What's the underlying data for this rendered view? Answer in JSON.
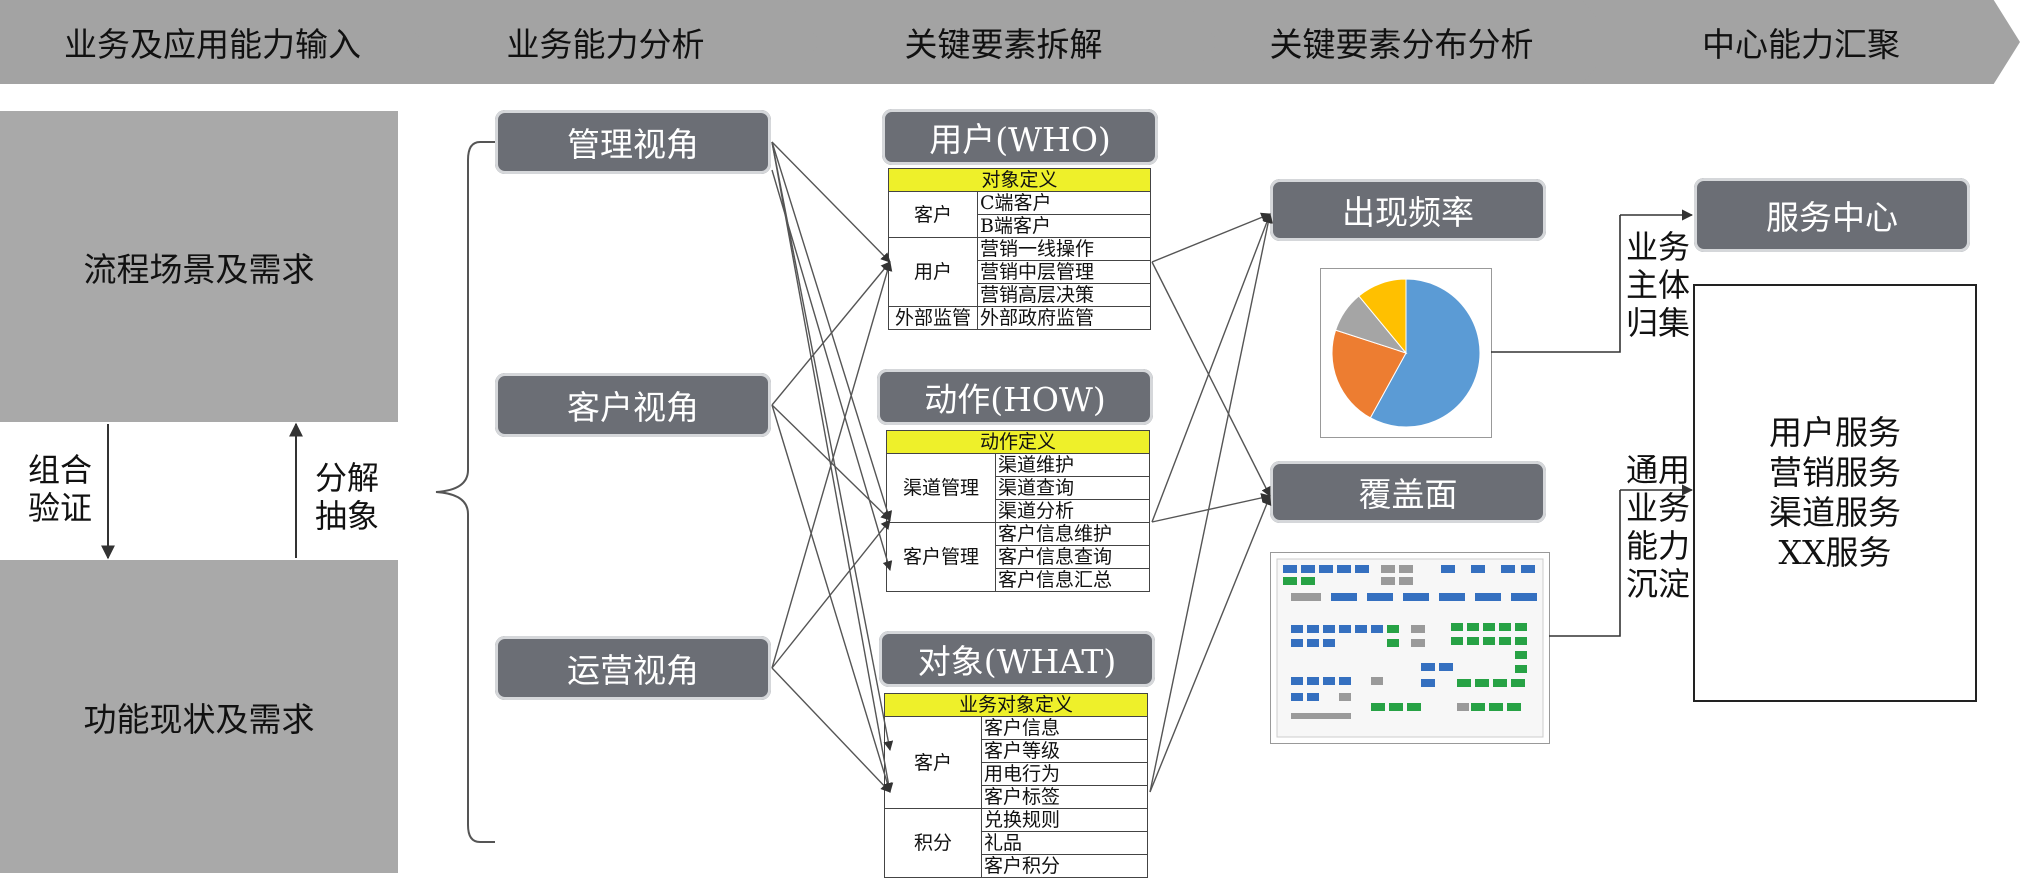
{
  "stages": [
    "业务及应用能力输入",
    "业务能力分析",
    "关键要素拆解",
    "关键要素分布分析",
    "中心能力汇聚"
  ],
  "inputs": {
    "top_box": "流程场景及需求",
    "bottom_box": "功能现状及需求",
    "left_label_lines": [
      "组合",
      "验证"
    ],
    "right_label_lines": [
      "分解",
      "抽象"
    ]
  },
  "perspectives": [
    "管理视角",
    "客户视角",
    "运营视角"
  ],
  "who": {
    "title": "用户(WHO)",
    "header": "对象定义",
    "groups": [
      {
        "name": "客户",
        "items": [
          "C端客户",
          "B端客户"
        ]
      },
      {
        "name": "用户",
        "items": [
          "营销一线操作",
          "营销中层管理",
          "营销高层决策"
        ]
      },
      {
        "name": "外部监管",
        "items": [
          "外部政府监管"
        ]
      }
    ]
  },
  "how": {
    "title": "动作(HOW)",
    "header": "动作定义",
    "groups": [
      {
        "name": "渠道管理",
        "items": [
          "渠道维护",
          "渠道查询",
          "渠道分析"
        ]
      },
      {
        "name": "客户管理",
        "items": [
          "客户信息维护",
          "客户信息查询",
          "客户信息汇总"
        ]
      }
    ]
  },
  "what": {
    "title": "对象(WHAT)",
    "header": "业务对象定义",
    "groups": [
      {
        "name": "客户",
        "items": [
          "客户信息",
          "客户等级",
          "用电行为",
          "客户标签"
        ]
      },
      {
        "name": "积分",
        "items": [
          "兑换规则",
          "礼品",
          "客户积分"
        ]
      }
    ]
  },
  "distribution": {
    "frequency": "出现频率",
    "coverage": "覆盖面"
  },
  "chart_data": {
    "type": "pie",
    "categories": [
      "blue",
      "orange",
      "gray",
      "yellow"
    ],
    "values": [
      58,
      22,
      9,
      11
    ],
    "colors": [
      "#5b9bd5",
      "#ed7d31",
      "#a5a5a5",
      "#ffc000"
    ]
  },
  "center": {
    "service_center": "服务中心",
    "upper_label_lines": [
      "业务",
      "主体",
      "归集"
    ],
    "lower_label_lines": [
      "通用",
      "业务",
      "能力",
      "沉淀"
    ],
    "services": [
      "用户服务",
      "营销服务",
      "渠道服务",
      "XX服务"
    ]
  },
  "colors": {
    "chevron": "#a3a3a3",
    "pill": "#6b6e75",
    "table_header": "#eef02a"
  }
}
